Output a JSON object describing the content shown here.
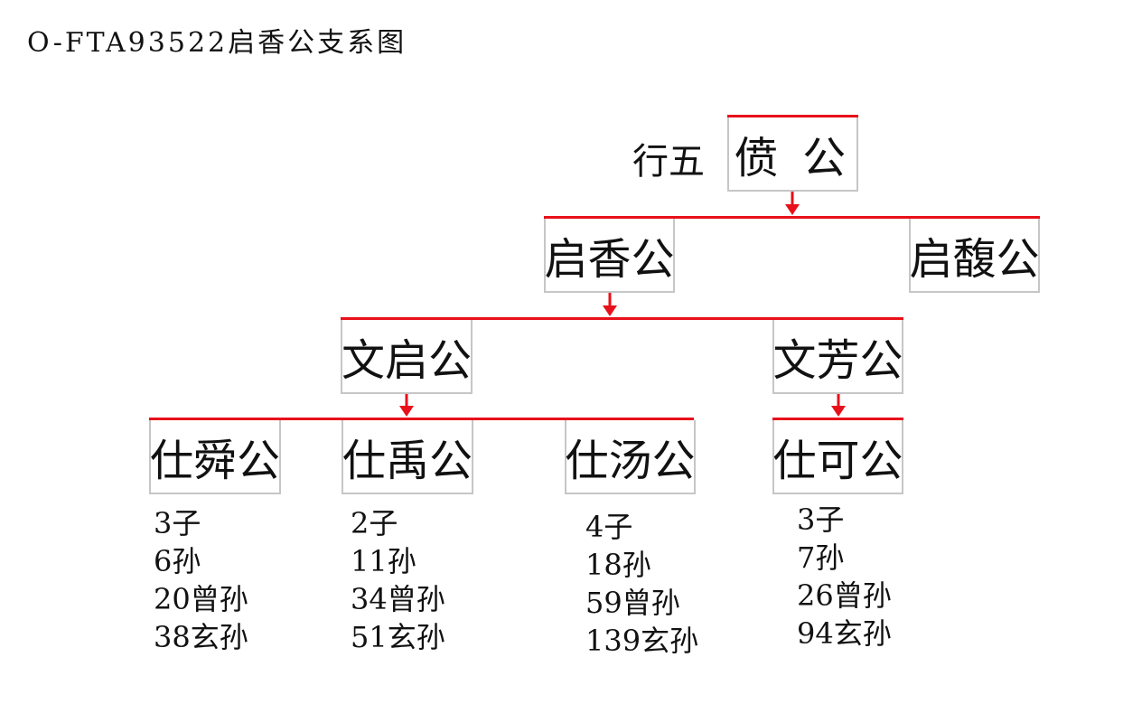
{
  "title": "O-FTA93522启香公支系图",
  "root": {
    "rank": "行五",
    "name": "偾 公"
  },
  "generation2": [
    {
      "name": "启香公"
    },
    {
      "name": "启馥公"
    }
  ],
  "generation3": [
    {
      "name": "文启公"
    },
    {
      "name": "文芳公"
    }
  ],
  "generation4": [
    {
      "name": "仕舜公",
      "stats": [
        "3子",
        "6孙",
        "20曾孙",
        "38玄孙"
      ]
    },
    {
      "name": "仕禹公",
      "stats": [
        "2子",
        "11孙",
        "34曾孙",
        "51玄孙"
      ]
    },
    {
      "name": "仕汤公",
      "stats": [
        "4子",
        "18孙",
        "59曾孙",
        "139玄孙"
      ]
    },
    {
      "name": "仕可公",
      "stats": [
        "3子",
        "7孙",
        "26曾孙",
        "94玄孙"
      ]
    }
  ],
  "colors": {
    "connector": "#e8101a",
    "box_border": "#c6c6c6",
    "text": "#111111"
  }
}
